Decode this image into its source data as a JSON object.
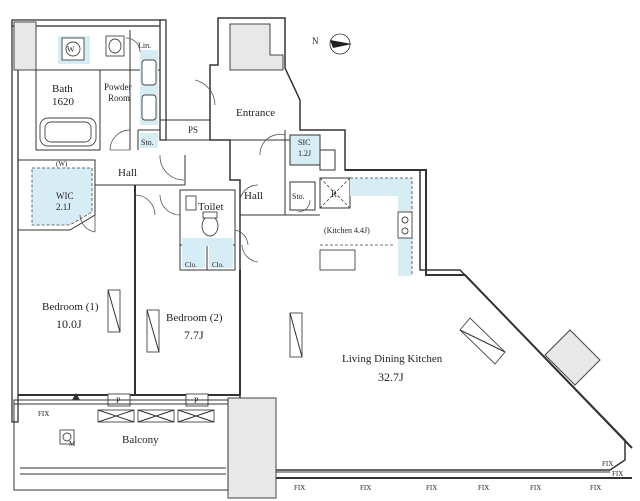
{
  "compass": {
    "north_label": "N"
  },
  "rooms": {
    "bath_name": "Bath",
    "bath_size": "1620",
    "powder_room_l1": "Powder",
    "powder_room_l2": "Room",
    "lin": "Lin.",
    "sto_1": "Sto.",
    "sto_2": "Sto.",
    "ps": "PS",
    "entrance": "Entrance",
    "sic_name": "SIC",
    "sic_size": "1.2J",
    "hall_1": "Hall",
    "hall_2": "Hall",
    "w_mark": "(W)",
    "wic_name": "WIC",
    "wic_size": "2.1J",
    "toilet": "Toilet",
    "clo_1": "Clo.",
    "clo_2": "Clo.",
    "fridge": "R",
    "kitchen": "(Kitchen 4.4J)",
    "bedroom1_name": "Bedroom (1)",
    "bedroom1_size": "10.0J",
    "bedroom2_name": "Bedroom (2)",
    "bedroom2_size": "7.7J",
    "ldk_name": "Living Dining Kitchen",
    "ldk_size": "32.7J",
    "balcony": "Balcony",
    "p_1": "P",
    "p_2": "P",
    "m_mark": "M",
    "washer": "W"
  },
  "fix_labels": [
    "FIX",
    "FIX",
    "FIX",
    "FIX",
    "FIX",
    "FIX",
    "FIX",
    "FIX",
    "FIX"
  ],
  "colors": {
    "storage": "#d7edf6",
    "wall": "#333333"
  }
}
